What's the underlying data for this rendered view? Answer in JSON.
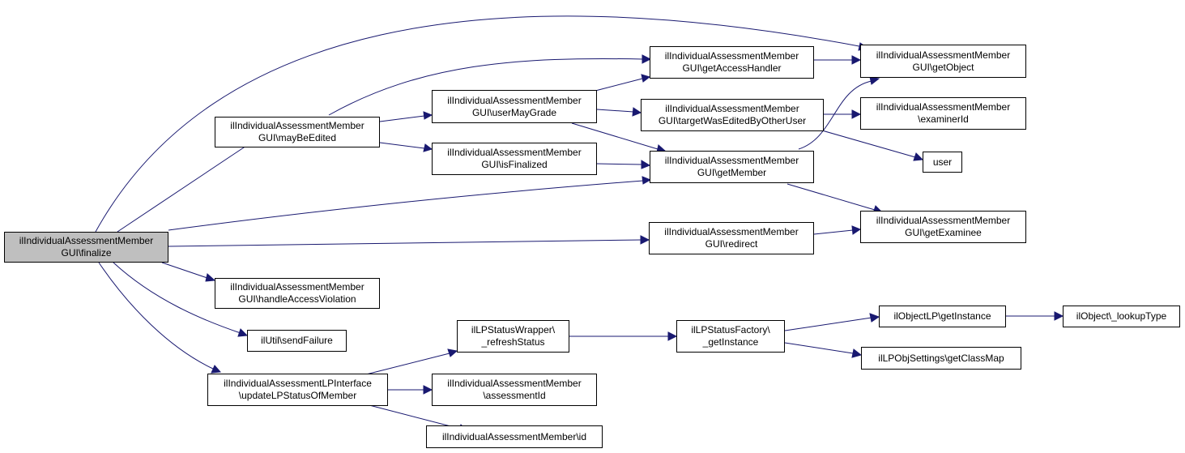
{
  "colors": {
    "edge": "#191970",
    "node_border": "#000000",
    "root_fill": "#bfbfbf",
    "node_fill": "#ffffff"
  },
  "nodes": {
    "finalize": {
      "line1": "ilIndividualAssessmentMember",
      "line2": "GUI\\finalize"
    },
    "mayBeEdited": {
      "line1": "ilIndividualAssessmentMember",
      "line2": "GUI\\mayBeEdited"
    },
    "handleAccessViolation": {
      "line1": "ilIndividualAssessmentMember",
      "line2": "GUI\\handleAccessViolation"
    },
    "sendFailure": {
      "line1": "ilUtil\\sendFailure"
    },
    "updateLPStatusOfMember": {
      "line1": "ilIndividualAssessmentLPInterface",
      "line2": "\\updateLPStatusOfMember"
    },
    "userMayGrade": {
      "line1": "ilIndividualAssessmentMember",
      "line2": "GUI\\userMayGrade"
    },
    "isFinalized": {
      "line1": "ilIndividualAssessmentMember",
      "line2": "GUI\\isFinalized"
    },
    "refreshStatus": {
      "line1": "ilLPStatusWrapper\\",
      "line2": "_refreshStatus"
    },
    "assessmentId": {
      "line1": "ilIndividualAssessmentMember",
      "line2": "\\assessmentId"
    },
    "memberId": {
      "line1": "ilIndividualAssessmentMember\\id"
    },
    "getAccessHandler": {
      "line1": "ilIndividualAssessmentMember",
      "line2": "GUI\\getAccessHandler"
    },
    "targetWasEdited": {
      "line1": "ilIndividualAssessmentMember",
      "line2": "GUI\\targetWasEditedByOtherUser"
    },
    "getMember": {
      "line1": "ilIndividualAssessmentMember",
      "line2": "GUI\\getMember"
    },
    "redirect": {
      "line1": "ilIndividualAssessmentMember",
      "line2": "GUI\\redirect"
    },
    "statusFactory": {
      "line1": "ilLPStatusFactory\\",
      "line2": "_getInstance"
    },
    "getObject": {
      "line1": "ilIndividualAssessmentMember",
      "line2": "GUI\\getObject"
    },
    "examinerId": {
      "line1": "ilIndividualAssessmentMember",
      "line2": "\\examinerId"
    },
    "user": {
      "line1": "user"
    },
    "getExaminee": {
      "line1": "ilIndividualAssessmentMember",
      "line2": "GUI\\getExaminee"
    },
    "objectLPInstance": {
      "line1": "ilObjectLP\\getInstance"
    },
    "objSettings": {
      "line1": "ilLPObjSettings\\getClassMap"
    },
    "lookupType": {
      "line1": "ilObject\\_lookupType"
    }
  }
}
